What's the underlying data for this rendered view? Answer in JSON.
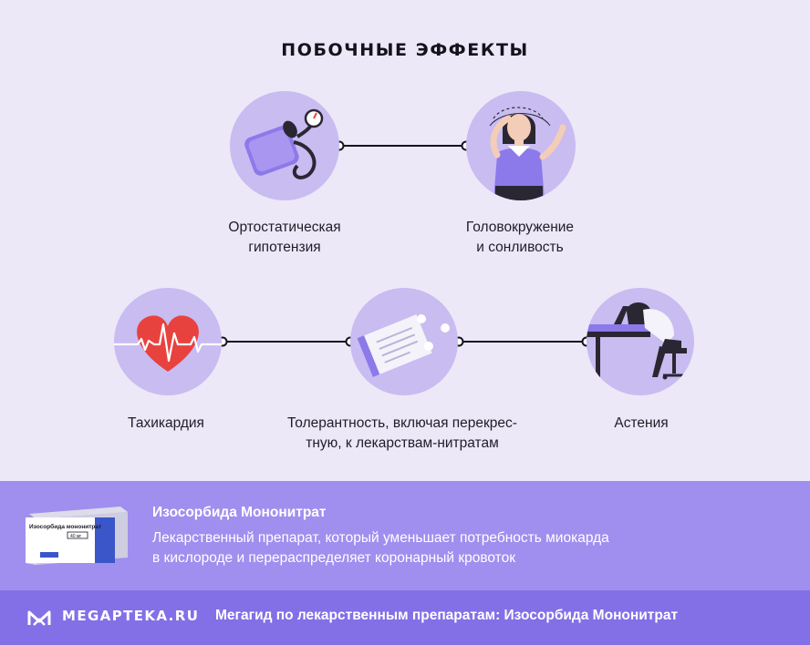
{
  "title": "ПОБОЧНЫЕ ЭФФЕКТЫ",
  "effects": [
    {
      "label_line1": "Ортостатическая",
      "label_line2": "гипотензия",
      "icon": "blood-pressure-monitor-icon"
    },
    {
      "label_line1": "Головокружение",
      "label_line2": "и сонливость",
      "icon": "dizzy-woman-icon"
    },
    {
      "label_line1": "Тахикардия",
      "icon": "heart-pulse-icon"
    },
    {
      "label_line1": "Толерантность, включая перекрес-",
      "label_line2": "тную, к лекарствам-нитратам",
      "icon": "medicine-box-pills-icon"
    },
    {
      "label_line1": "Астения",
      "icon": "tired-worker-desk-icon"
    }
  ],
  "drug": {
    "name": "Изосорбида Мононитрат",
    "desc_line1": "Лекарственный препарат, который уменьшает потребность миокарда",
    "desc_line2": "в кислороде и перераспределяет коронарный кровоток",
    "box_label": "Изосорбида мононитрат",
    "box_dose": "40 мг"
  },
  "footer": {
    "brand": "MEGAPTEKA.RU",
    "text": "Мегагид по лекарственным препаратам: Изосорбида Мононитрат"
  },
  "colors": {
    "background": "#ece8f8",
    "circle": "#c8bcf1",
    "accent": "#8c79ea",
    "band": "#a08fef",
    "footer": "#8370e6",
    "heart": "#e8423f"
  }
}
